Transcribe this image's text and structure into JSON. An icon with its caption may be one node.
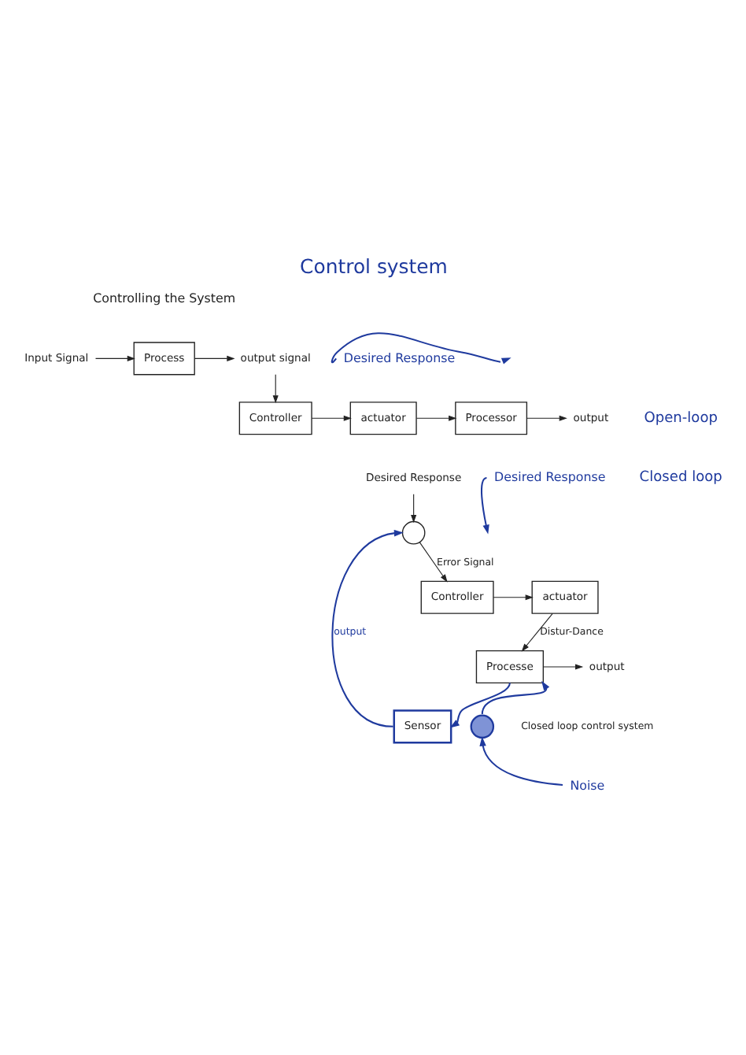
{
  "diagram": {
    "title": "Control system",
    "nodes": [
      {
        "text": [
          "Input Signal"
        ]
      },
      {
        "text": [
          "Process"
        ]
      },
      {
        "text": [
          "output signal"
        ]
      },
      {
        "text": [
          "Desired Response"
        ]
      },
      {
        "text": [
          "Controller"
        ]
      },
      {
        "text": [
          "actuator"
        ]
      },
      {
        "text": [
          "Processor"
        ]
      },
      {
        "text": [
          "output"
        ]
      },
      {
        "text": [
          "Desired Response"
        ]
      },
      {
        "text": [
          "Desired Response"
        ]
      },
      {
        "text": [],
        "shape": "circle"
      },
      {
        "text": [
          "Controller"
        ]
      },
      {
        "text": [
          "actuator"
        ]
      },
      {
        "text": [
          "Processe"
        ]
      },
      {
        "text": [
          "output"
        ]
      },
      {
        "text": [],
        "shape": "circle"
      },
      {
        "text": [
          "Sensor"
        ]
      },
      {
        "text": [
          "Noise"
        ]
      }
    ],
    "edges": [
      {
        "from": 0,
        "to": 1,
        "arrow": "to"
      },
      {
        "from": 1,
        "to": 2,
        "arrow": "to"
      },
      {
        "from": 2,
        "to": 4,
        "arrow": "to"
      },
      {
        "from": 3,
        "to": null,
        "arrow": "to",
        "color": "#1f3a9e"
      },
      {
        "from": 4,
        "to": 5,
        "arrow": "to"
      },
      {
        "from": 5,
        "to": 6,
        "arrow": "to"
      },
      {
        "from": 6,
        "to": 7,
        "arrow": "to"
      },
      {
        "from": 8,
        "to": 10,
        "arrow": "to"
      },
      {
        "from": 9,
        "to": null,
        "arrow": "to",
        "color": "#1f3a9e"
      },
      {
        "from": 10,
        "to": 11,
        "arrow": "to",
        "label": "Error Signal"
      },
      {
        "from": 11,
        "to": 12,
        "arrow": "to"
      },
      {
        "from": 12,
        "to": 13,
        "arrow": "to",
        "label": "Distur-Dance"
      },
      {
        "from": 13,
        "to": 14,
        "arrow": "to"
      },
      {
        "from": 17,
        "to": 15,
        "arrow": "to",
        "color": "#1f3a9e"
      },
      {
        "from": 15,
        "to": 13,
        "arrow": "to",
        "color": "#1f3a9e"
      },
      {
        "from": 13,
        "to": 16,
        "arrow": "to",
        "color": "#1f3a9e"
      },
      {
        "from": 16,
        "to": 10,
        "arrow": "to",
        "label": "output",
        "color": "#1f3a9e"
      }
    ],
    "labels": [
      "Controlling the System",
      "Open-loop",
      "Closed loop",
      "Closed loop control system"
    ]
  }
}
